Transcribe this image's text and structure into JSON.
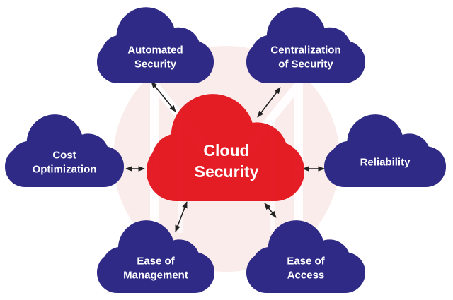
{
  "colors": {
    "node": "#2e2a86",
    "center": "#e3121b",
    "arrow": "#222222",
    "watermark": "#fbecec"
  },
  "center": {
    "lines": [
      "Cloud",
      "Security"
    ]
  },
  "nodes": [
    {
      "id": "automated-security",
      "lines": [
        "Automated",
        "Security"
      ]
    },
    {
      "id": "centralization-of-security",
      "lines": [
        "Centralization",
        "of Security"
      ]
    },
    {
      "id": "cost-optimization",
      "lines": [
        "Cost",
        "Optimization"
      ]
    },
    {
      "id": "reliability",
      "lines": [
        "Reliability"
      ]
    },
    {
      "id": "ease-of-management",
      "lines": [
        "Ease of",
        "Management"
      ]
    },
    {
      "id": "ease-of-access",
      "lines": [
        "Ease of",
        "Access"
      ]
    }
  ]
}
